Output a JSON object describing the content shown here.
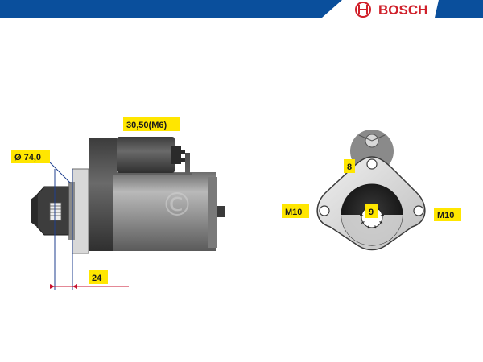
{
  "brand": {
    "name": "BOSCH",
    "color": "#d0202a",
    "banner_color": "#0a4f9c"
  },
  "labels": {
    "diameter": "Ø 74,0",
    "length": "30,50(M6)",
    "offset": "24",
    "hole_top": "8",
    "pinion_teeth": "9",
    "bolt_left": "M10",
    "bolt_right": "M10"
  },
  "watermark": "©",
  "colors": {
    "label_bg": "#ffe600",
    "body_dark": "#4a4a4a",
    "body_mid": "#9a9a9a",
    "body_light": "#d6d6d6",
    "dim_line": "#c8102e",
    "axis_line": "#1f3f8f"
  }
}
